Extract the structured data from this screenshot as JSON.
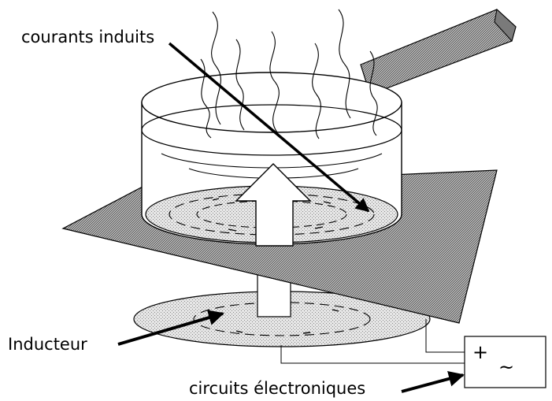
{
  "labels": {
    "induced_currents": "courants induits",
    "inductor": "Inducteur",
    "electronics": "circuits électroniques"
  },
  "power_box": {
    "plus_symbol": "+",
    "ac_symbol": "~"
  },
  "colors": {
    "stipple_light": "#d9d9d9",
    "stipple_dark": "#9a9a9a",
    "line": "#000000",
    "arrow_fill": "#ffffff"
  }
}
